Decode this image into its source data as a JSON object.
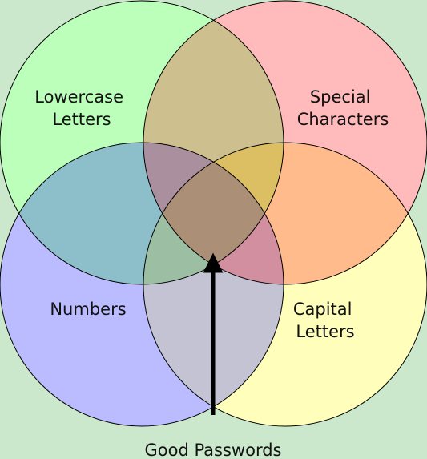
{
  "diagram": {
    "sets": [
      {
        "id": "lowercase",
        "label_lines": [
          "Lowercase",
          "Letters"
        ],
        "color": "#bbffbb"
      },
      {
        "id": "special",
        "label_lines": [
          "Special",
          "Characters"
        ],
        "color": "#ffbbbb"
      },
      {
        "id": "numbers",
        "label_lines": [
          "Numbers"
        ],
        "color": "#bbbbff"
      },
      {
        "id": "capital",
        "label_lines": [
          "Capital",
          "Letters"
        ],
        "color": "#ffffbb"
      }
    ],
    "overlap_colors": {
      "lowercase_special": "#cebf8f",
      "lowercase_numbers": "#8dbfcb",
      "special_capital": "#ffbb8b",
      "numbers_capital": "#c3c3d3",
      "lowercase_special_numbers": "#aa8f9f",
      "lowercase_special_capital": "#dcbf63",
      "lowercase_numbers_capital": "#9cbfa3",
      "special_numbers_capital": "#d28f9f",
      "all_four": "#ac8f77"
    },
    "background_color": "#cce8cc",
    "pointer": {
      "label": "Good Passwords",
      "color": "#000000"
    }
  }
}
